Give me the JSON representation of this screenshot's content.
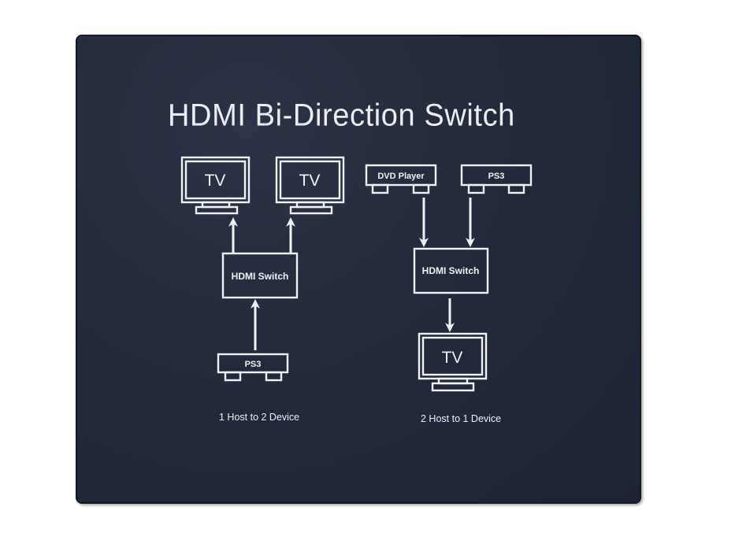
{
  "title": "HDMI Bi-Direction Switch",
  "left_diagram": {
    "outputs": [
      {
        "label": "TV"
      },
      {
        "label": "TV"
      }
    ],
    "switch_label": "HDMI Switch",
    "source_label": "PS3",
    "caption": "1 Host to 2 Device"
  },
  "right_diagram": {
    "sources": [
      {
        "label": "DVD Player"
      },
      {
        "label": "PS3"
      }
    ],
    "switch_label": "HDMI Switch",
    "output_label": "TV",
    "caption": "2 Host to 1 Device"
  },
  "colors": {
    "box": "#232a3b",
    "ink": "#f1f2f4",
    "background": "#ffffff"
  }
}
